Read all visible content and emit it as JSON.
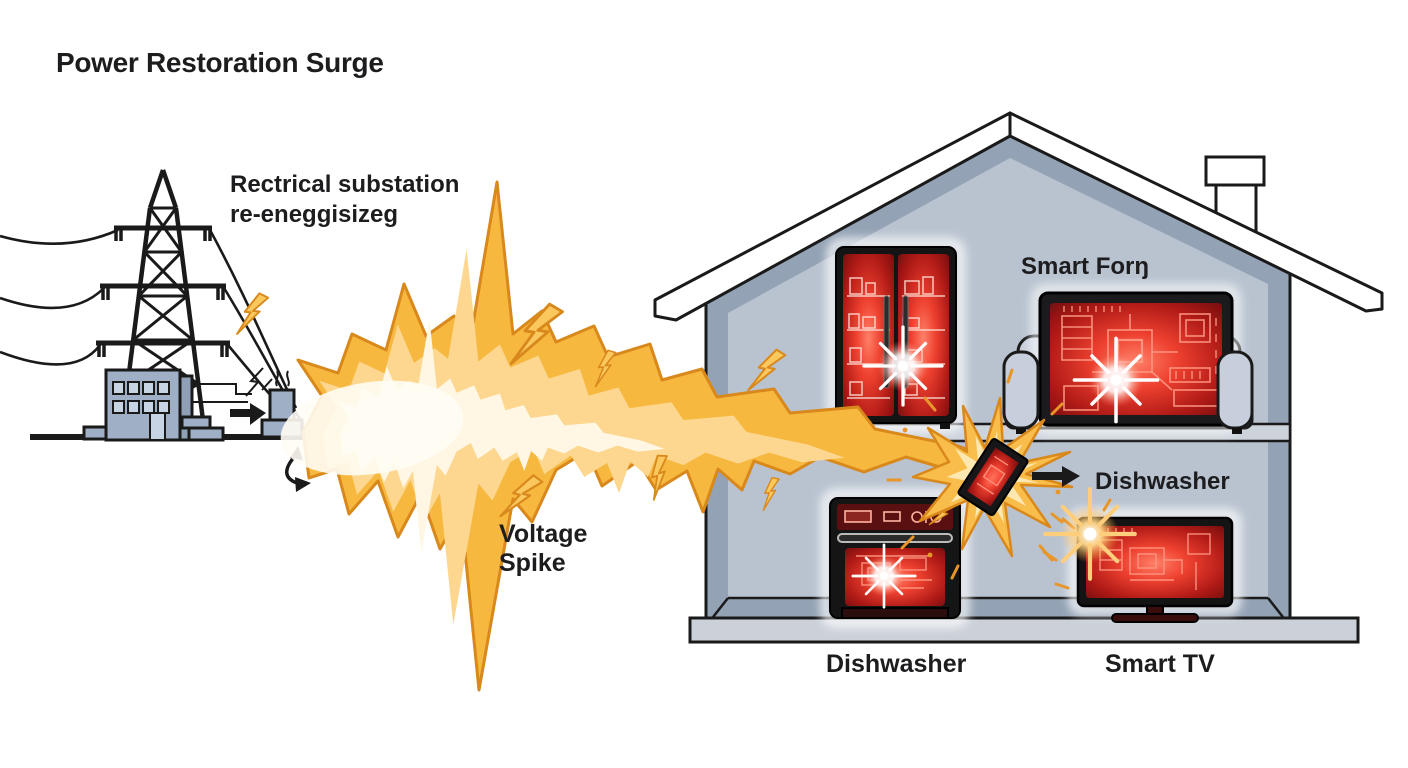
{
  "title": "Power Restoration Surge",
  "labels": {
    "substation_line1": "Rectrical substation",
    "substation_line2": "re-eneggisizeg",
    "voltage_line1": "Voltage",
    "voltage_line2": "Spike",
    "smart_sofa": "Smart Forŋ",
    "dishwasher_pointer": "Dishwasher",
    "dishwasher_bottom": "Dishwasher",
    "smart_tv": "Smart TV"
  },
  "colors": {
    "surge_orange": "#f6b83f",
    "surge_outline": "#d9881c",
    "damage_red_center": "#ff8068",
    "damage_red_edge": "#5f0a0c",
    "house_wall": "#b9c3d0",
    "roof_trim": "#93a2b5",
    "line_ink": "#1a1a1a",
    "background": "#ffffff"
  }
}
